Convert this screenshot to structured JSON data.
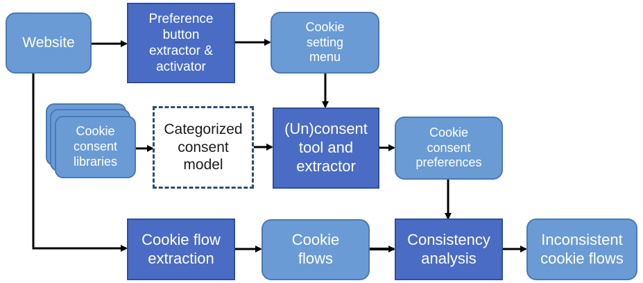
{
  "nodes": {
    "website": "Website",
    "preference_extractor": "Preference\nbutton\nextractor &\nactivator",
    "cookie_setting_menu": "Cookie\nsetting\nmenu",
    "cookie_consent_libraries": "Cookie\nconsent\nlibraries",
    "categorized_consent_model": "Categorized\nconsent\nmodel",
    "unconsent_tool": "(Un)consent\ntool and\nextractor",
    "cookie_consent_preferences": "Cookie\nconsent\npreferences",
    "cookie_flow_extraction": "Cookie flow\nextraction",
    "cookie_flows": "Cookie\nflows",
    "consistency_analysis": "Consistency\nanalysis",
    "inconsistent_cookie_flows": "Inconsistent\ncookie flows"
  },
  "colors": {
    "light_box": "#6b9bd4",
    "dark_box": "#4a6cc4",
    "arrow": "#000000"
  }
}
